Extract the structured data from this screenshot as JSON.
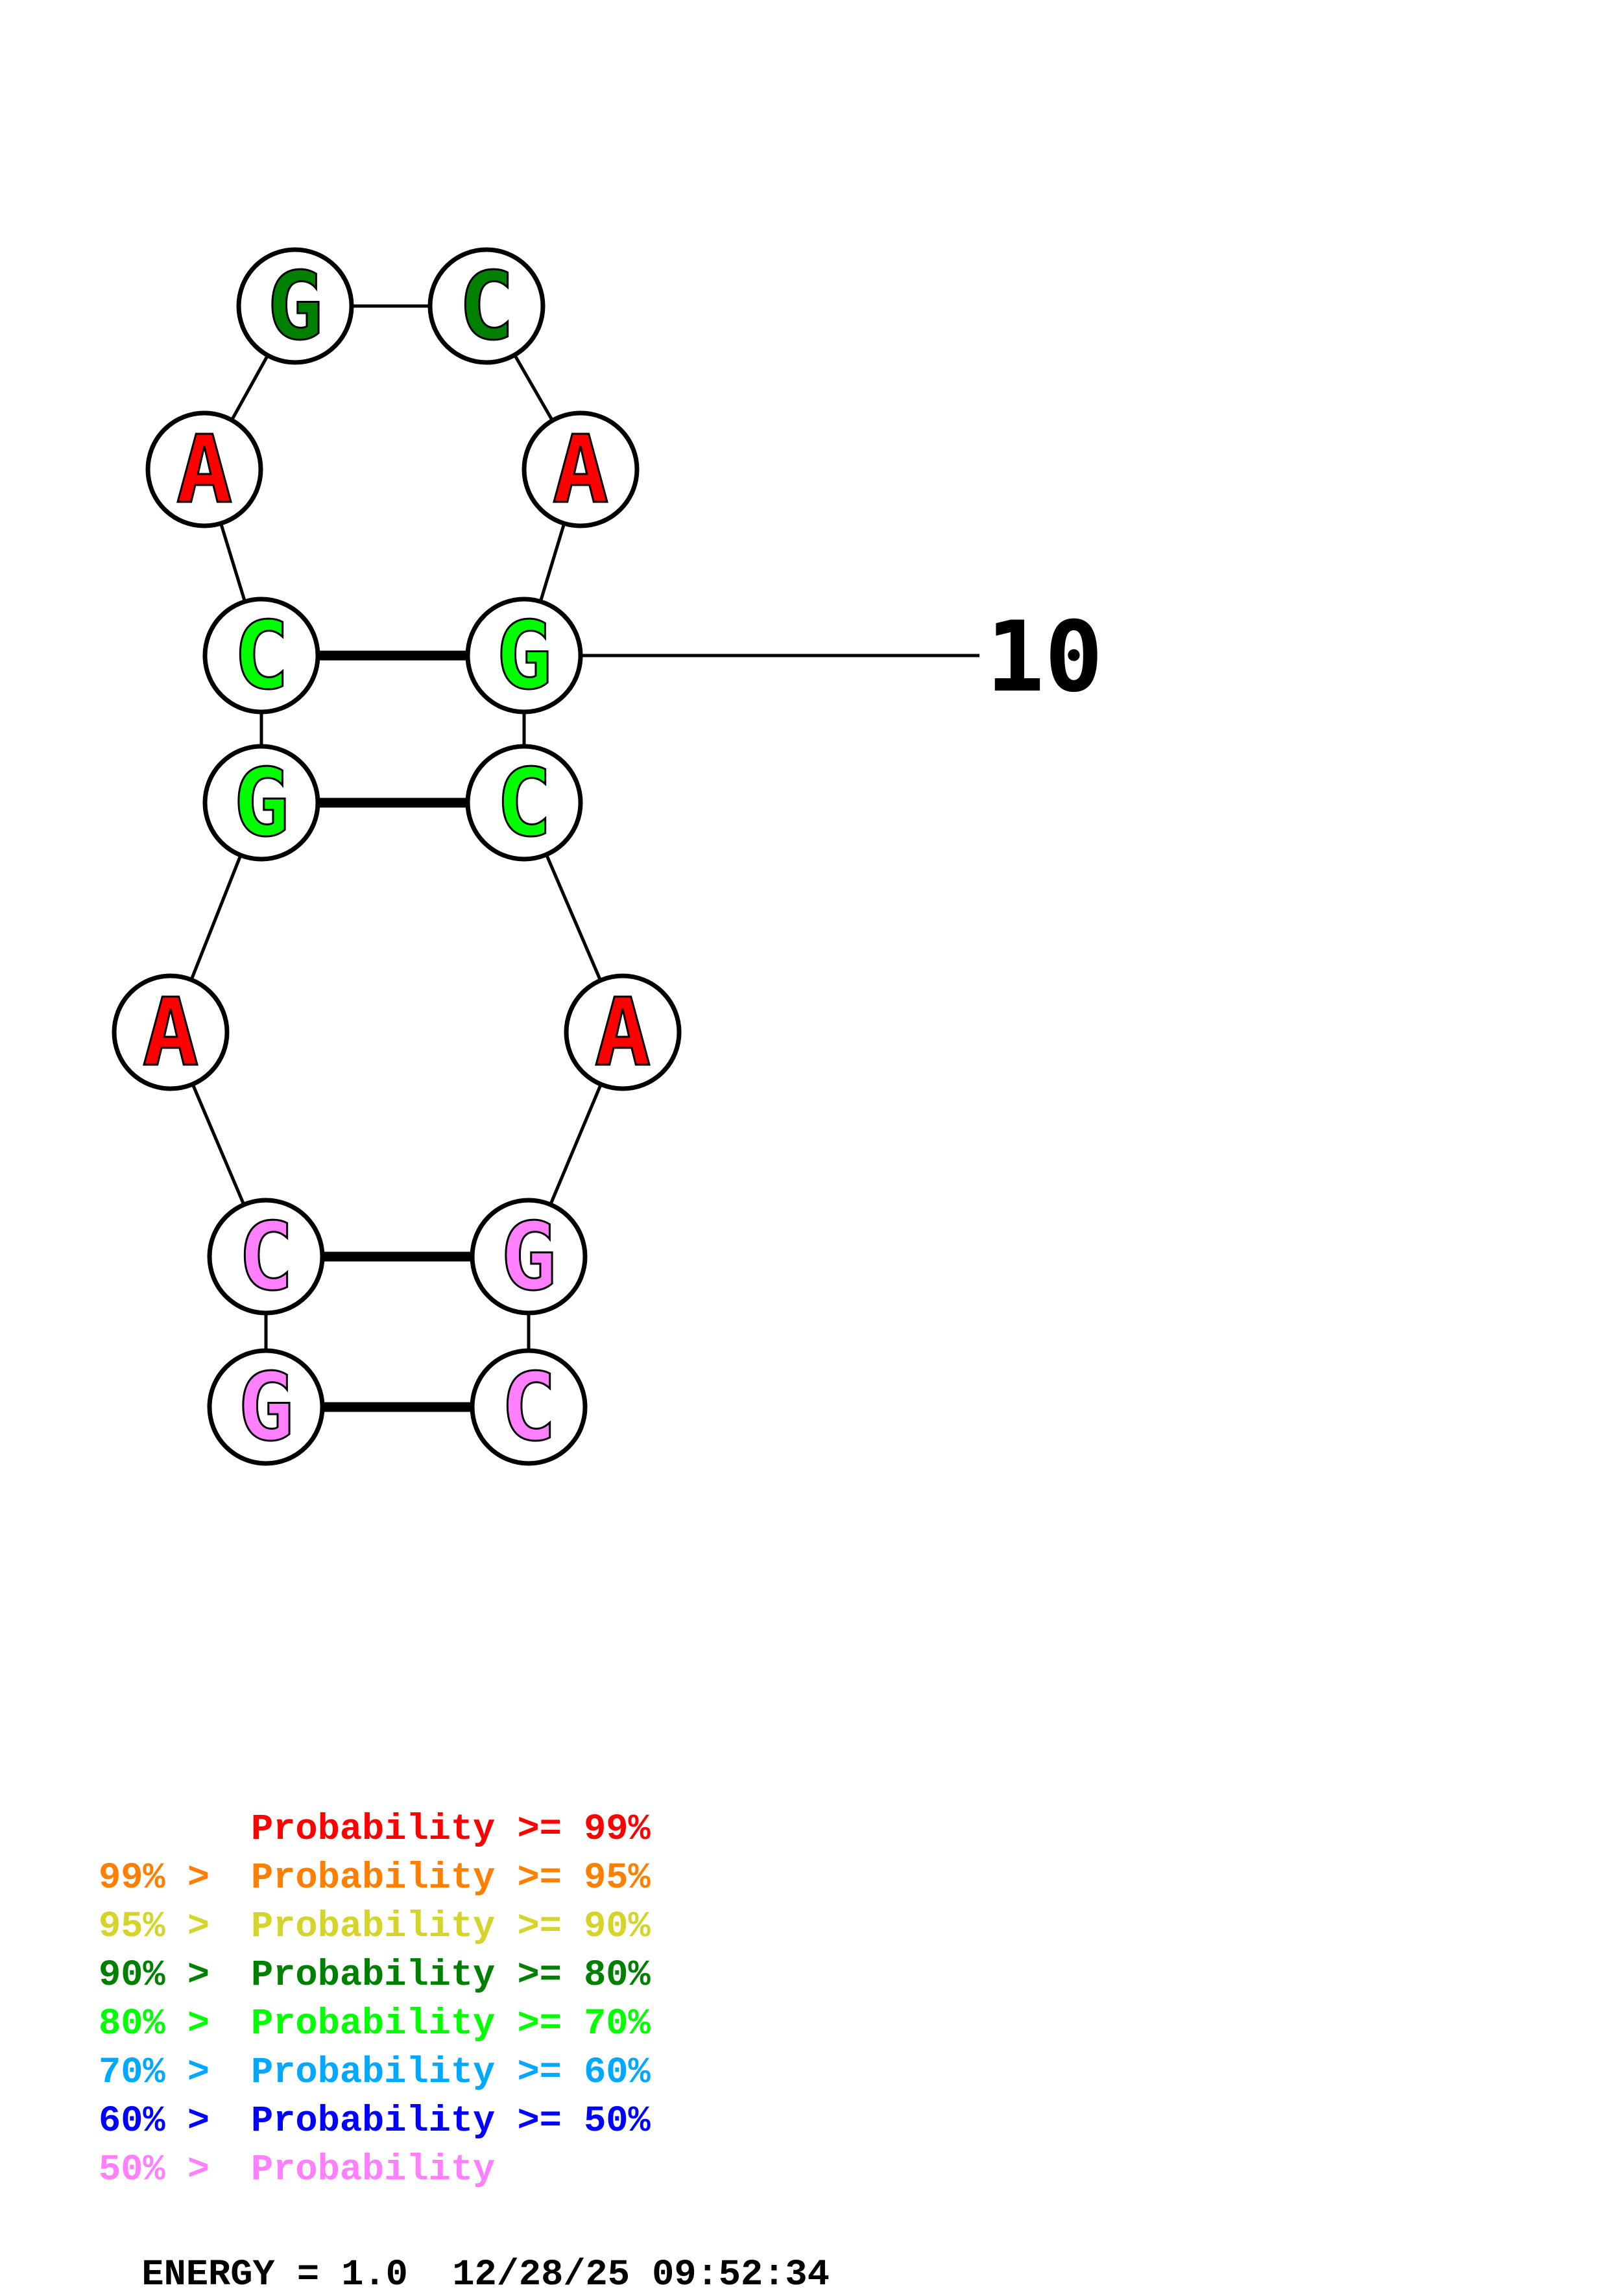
{
  "nucleotides": [
    {
      "index": 1,
      "base": "G",
      "color": "#FF80FF"
    },
    {
      "index": 2,
      "base": "C",
      "color": "#FF80FF"
    },
    {
      "index": 3,
      "base": "A",
      "color": "#FF0000"
    },
    {
      "index": 4,
      "base": "G",
      "color": "#00FF00"
    },
    {
      "index": 5,
      "base": "C",
      "color": "#00FF00"
    },
    {
      "index": 6,
      "base": "A",
      "color": "#FF0000"
    },
    {
      "index": 7,
      "base": "G",
      "color": "#008000"
    },
    {
      "index": 8,
      "base": "C",
      "color": "#008000"
    },
    {
      "index": 9,
      "base": "A",
      "color": "#FF0000"
    },
    {
      "index": 10,
      "base": "G",
      "color": "#00FF00"
    },
    {
      "index": 11,
      "base": "C",
      "color": "#00FF00"
    },
    {
      "index": 12,
      "base": "A",
      "color": "#FF0000"
    },
    {
      "index": 13,
      "base": "G",
      "color": "#FF80FF"
    },
    {
      "index": 14,
      "base": "C",
      "color": "#FF80FF"
    }
  ],
  "base_pairs": [
    [
      1,
      14
    ],
    [
      2,
      13
    ],
    [
      4,
      11
    ],
    [
      5,
      10
    ]
  ],
  "number_label": {
    "text": "10",
    "nucleotide": 10
  },
  "legend": [
    {
      "prefix": "    ",
      "text": "Probability >= 99%",
      "color": "#FF0000"
    },
    {
      "prefix": "99% > ",
      "text": "Probability >= 95%",
      "color": "#FF8000"
    },
    {
      "prefix": "95% > ",
      "text": "Probability >= 90%",
      "color": "#D4D42A"
    },
    {
      "prefix": "90% > ",
      "text": "Probability >= 80%",
      "color": "#008000"
    },
    {
      "prefix": "80% > ",
      "text": "Probability >= 70%",
      "color": "#00FF00"
    },
    {
      "prefix": "70% > ",
      "text": "Probability >= 60%",
      "color": "#00A8FF"
    },
    {
      "prefix": "60% > ",
      "text": "Probability >= 50%",
      "color": "#0000FF"
    },
    {
      "prefix": "50% > ",
      "text": "Probability",
      "color": "#FF80FF"
    }
  ],
  "footer": {
    "energy": "ENERGY = 1.0",
    "timestamp": "12/28/25 09:52:34"
  }
}
